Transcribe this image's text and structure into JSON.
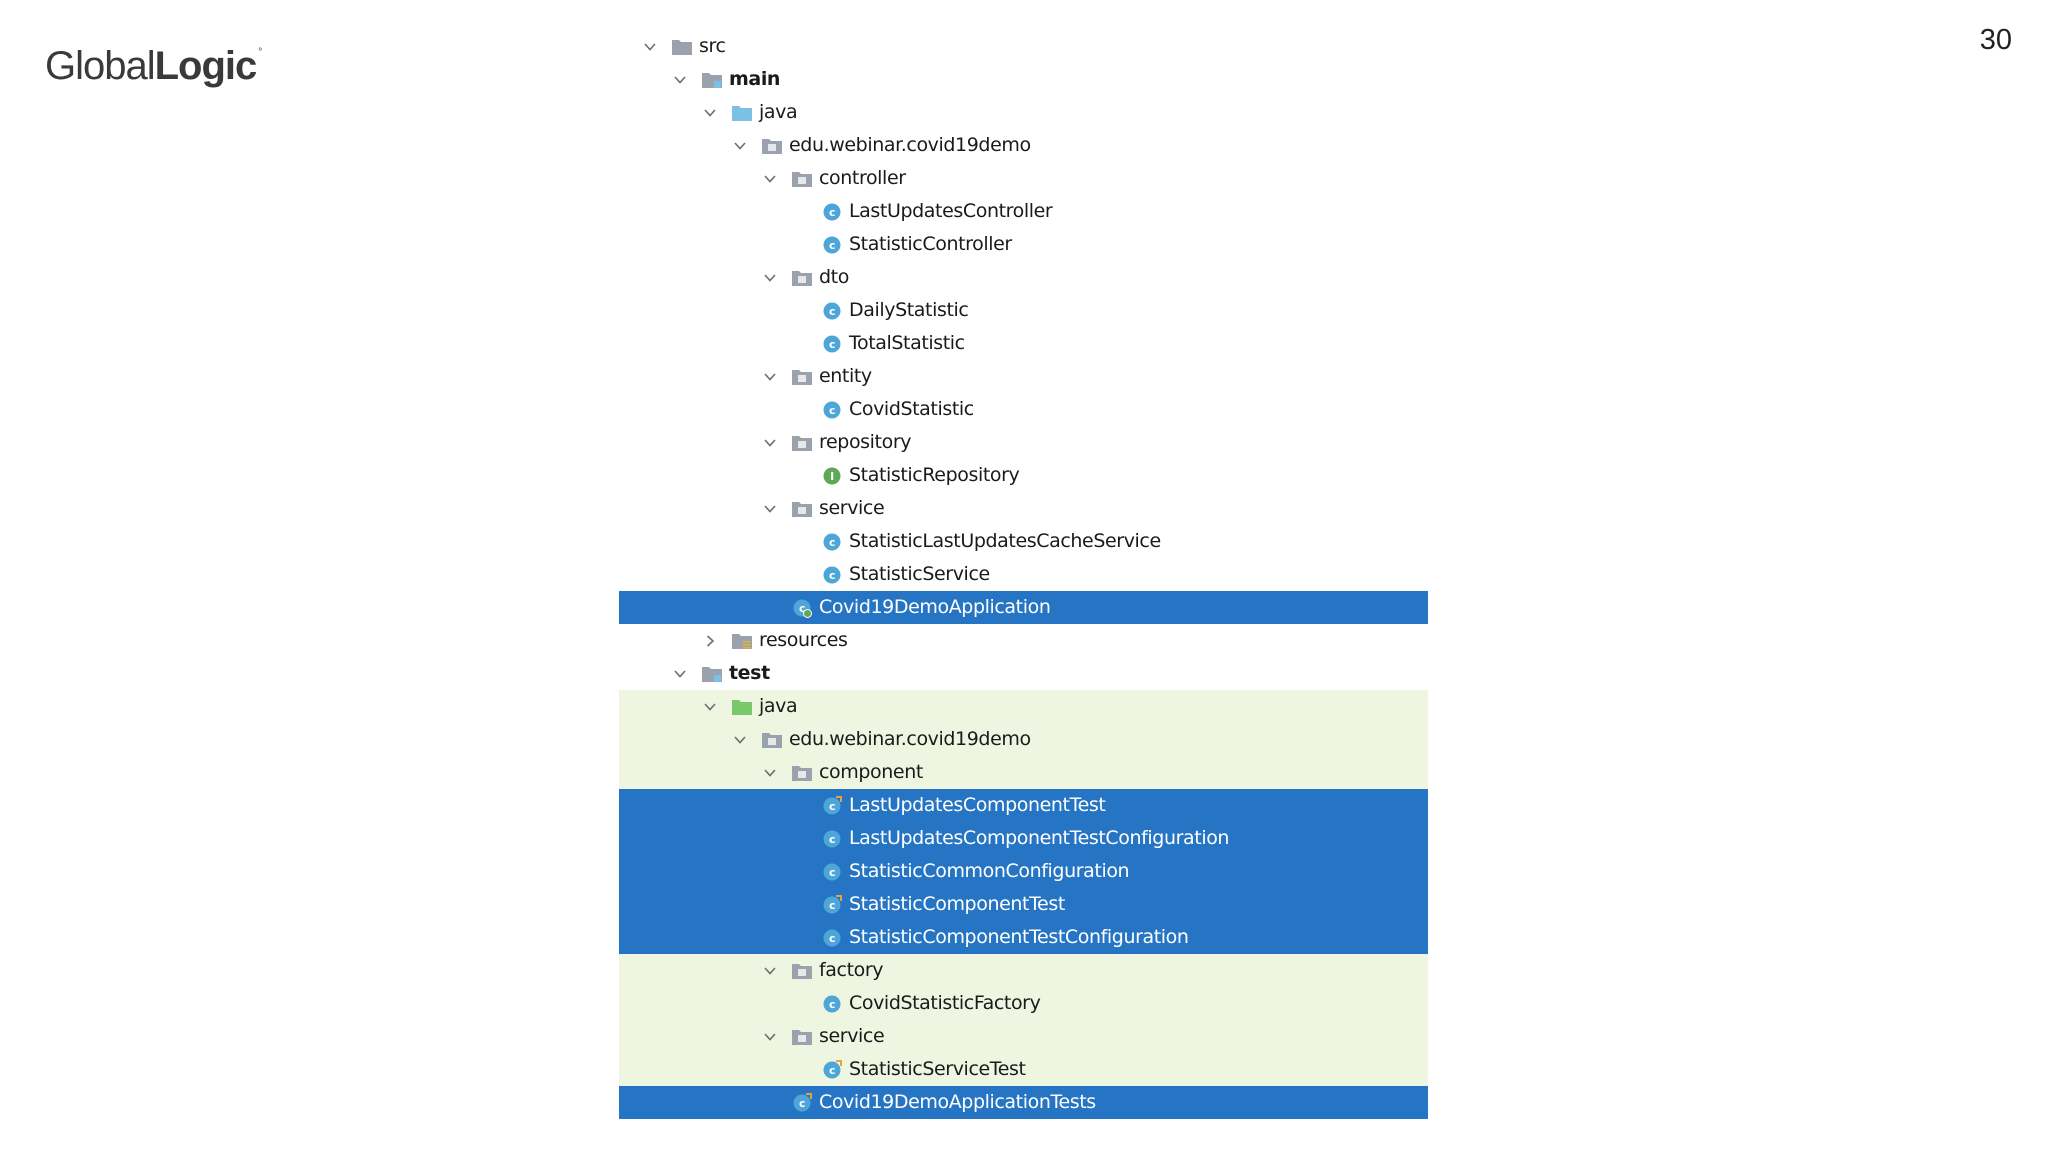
{
  "logo": {
    "light": "Global",
    "bold": "Logic",
    "reg": "°"
  },
  "page_number": "30",
  "colors": {
    "selected": "#2675c5",
    "test_background": "#eef6e2",
    "class_icon": "#4ea5d8",
    "interface_icon": "#5fa85a",
    "folder": "#9aa3ad",
    "source_folder": "#7cc0e6",
    "test_folder": "#7bc86a"
  },
  "tree": [
    {
      "label": "src",
      "depth": 0,
      "arrow": "down",
      "icon": "folder",
      "bold": false,
      "bg": "",
      "name": "tree-item-src"
    },
    {
      "label": "main",
      "depth": 1,
      "arrow": "down",
      "icon": "module-folder",
      "bold": true,
      "bg": "",
      "name": "tree-item-main"
    },
    {
      "label": "java",
      "depth": 2,
      "arrow": "down",
      "icon": "source-folder",
      "bold": false,
      "bg": "",
      "name": "tree-item-main-java"
    },
    {
      "label": "edu.webinar.covid19demo",
      "depth": 3,
      "arrow": "down",
      "icon": "package",
      "bold": false,
      "bg": "",
      "name": "tree-item-main-package"
    },
    {
      "label": "controller",
      "depth": 4,
      "arrow": "down",
      "icon": "package",
      "bold": false,
      "bg": "",
      "name": "tree-item-controller"
    },
    {
      "label": "LastUpdatesController",
      "depth": 5,
      "arrow": "none",
      "icon": "class",
      "bold": false,
      "bg": "",
      "name": "tree-item-lastupdatescontroller"
    },
    {
      "label": "StatisticController",
      "depth": 5,
      "arrow": "none",
      "icon": "class",
      "bold": false,
      "bg": "",
      "name": "tree-item-statisticcontroller"
    },
    {
      "label": "dto",
      "depth": 4,
      "arrow": "down",
      "icon": "package",
      "bold": false,
      "bg": "",
      "name": "tree-item-dto"
    },
    {
      "label": "DailyStatistic",
      "depth": 5,
      "arrow": "none",
      "icon": "class",
      "bold": false,
      "bg": "",
      "name": "tree-item-dailystatistic"
    },
    {
      "label": "TotalStatistic",
      "depth": 5,
      "arrow": "none",
      "icon": "class",
      "bold": false,
      "bg": "",
      "name": "tree-item-totalstatistic"
    },
    {
      "label": "entity",
      "depth": 4,
      "arrow": "down",
      "icon": "package",
      "bold": false,
      "bg": "",
      "name": "tree-item-entity"
    },
    {
      "label": "CovidStatistic",
      "depth": 5,
      "arrow": "none",
      "icon": "class",
      "bold": false,
      "bg": "",
      "name": "tree-item-covidstatistic"
    },
    {
      "label": "repository",
      "depth": 4,
      "arrow": "down",
      "icon": "package",
      "bold": false,
      "bg": "",
      "name": "tree-item-repository"
    },
    {
      "label": "StatisticRepository",
      "depth": 5,
      "arrow": "none",
      "icon": "interface",
      "bold": false,
      "bg": "",
      "name": "tree-item-statisticrepository"
    },
    {
      "label": "service",
      "depth": 4,
      "arrow": "down",
      "icon": "package",
      "bold": false,
      "bg": "",
      "name": "tree-item-main-service"
    },
    {
      "label": "StatisticLastUpdatesCacheService",
      "depth": 5,
      "arrow": "none",
      "icon": "class",
      "bold": false,
      "bg": "",
      "name": "tree-item-statisticlastupdatescacheservice"
    },
    {
      "label": "StatisticService",
      "depth": 5,
      "arrow": "none",
      "icon": "class",
      "bold": false,
      "bg": "",
      "name": "tree-item-statisticservice"
    },
    {
      "label": "Covid19DemoApplication",
      "depth": 4,
      "arrow": "none",
      "icon": "app-class",
      "bold": false,
      "bg": "selected",
      "name": "tree-item-covid19demoapplication"
    },
    {
      "label": "resources",
      "depth": 2,
      "arrow": "right",
      "icon": "resources-folder",
      "bold": false,
      "bg": "",
      "name": "tree-item-resources"
    },
    {
      "label": "test",
      "depth": 1,
      "arrow": "down",
      "icon": "module-folder",
      "bold": true,
      "bg": "",
      "name": "tree-item-test"
    },
    {
      "label": "java",
      "depth": 2,
      "arrow": "down",
      "icon": "test-folder",
      "bold": false,
      "bg": "test",
      "name": "tree-item-test-java"
    },
    {
      "label": "edu.webinar.covid19demo",
      "depth": 3,
      "arrow": "down",
      "icon": "package",
      "bold": false,
      "bg": "test",
      "name": "tree-item-test-package"
    },
    {
      "label": "component",
      "depth": 4,
      "arrow": "down",
      "icon": "package",
      "bold": false,
      "bg": "test",
      "name": "tree-item-component"
    },
    {
      "label": "LastUpdatesComponentTest",
      "depth": 5,
      "arrow": "none",
      "icon": "test-class",
      "bold": false,
      "bg": "selected",
      "name": "tree-item-lastupdatescomponenttest"
    },
    {
      "label": "LastUpdatesComponentTestConfiguration",
      "depth": 5,
      "arrow": "none",
      "icon": "class",
      "bold": false,
      "bg": "selected",
      "name": "tree-item-lastupdatescomponenttestconfiguration"
    },
    {
      "label": "StatisticCommonConfiguration",
      "depth": 5,
      "arrow": "none",
      "icon": "class",
      "bold": false,
      "bg": "selected",
      "name": "tree-item-statisticcommonconfiguration"
    },
    {
      "label": "StatisticComponentTest",
      "depth": 5,
      "arrow": "none",
      "icon": "test-class",
      "bold": false,
      "bg": "selected",
      "name": "tree-item-statisticcomponenttest"
    },
    {
      "label": "StatisticComponentTestConfiguration",
      "depth": 5,
      "arrow": "none",
      "icon": "class",
      "bold": false,
      "bg": "selected",
      "name": "tree-item-statisticcomponenttestconfiguration"
    },
    {
      "label": "factory",
      "depth": 4,
      "arrow": "down",
      "icon": "package",
      "bold": false,
      "bg": "test",
      "name": "tree-item-factory"
    },
    {
      "label": "CovidStatisticFactory",
      "depth": 5,
      "arrow": "none",
      "icon": "class",
      "bold": false,
      "bg": "test",
      "name": "tree-item-covidstatisticfactory"
    },
    {
      "label": "service",
      "depth": 4,
      "arrow": "down",
      "icon": "package",
      "bold": false,
      "bg": "test",
      "name": "tree-item-test-service"
    },
    {
      "label": "StatisticServiceTest",
      "depth": 5,
      "arrow": "none",
      "icon": "test-class",
      "bold": false,
      "bg": "test",
      "name": "tree-item-statisticservicetest"
    },
    {
      "label": "Covid19DemoApplicationTests",
      "depth": 4,
      "arrow": "none",
      "icon": "app-test-class",
      "bold": false,
      "bg": "selected",
      "name": "tree-item-covid19demoapplicationtests"
    }
  ]
}
